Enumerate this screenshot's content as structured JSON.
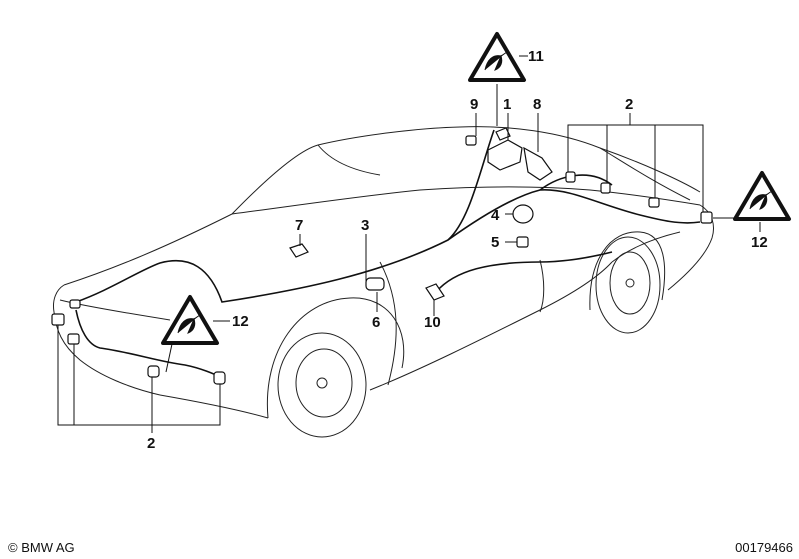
{
  "callouts": {
    "c1": "1",
    "c2_top": "2",
    "c2_bottom": "2",
    "c3": "3",
    "c4": "4",
    "c5": "5",
    "c6": "6",
    "c7": "7",
    "c8": "8",
    "c9": "9",
    "c10": "10",
    "c11": "11",
    "c12_left": "12",
    "c12_right": "12"
  },
  "footer": {
    "copyright": "© BMW AG",
    "diagram_number": "00179466"
  },
  "icons": [
    "warning-triangle-plug-icon"
  ]
}
